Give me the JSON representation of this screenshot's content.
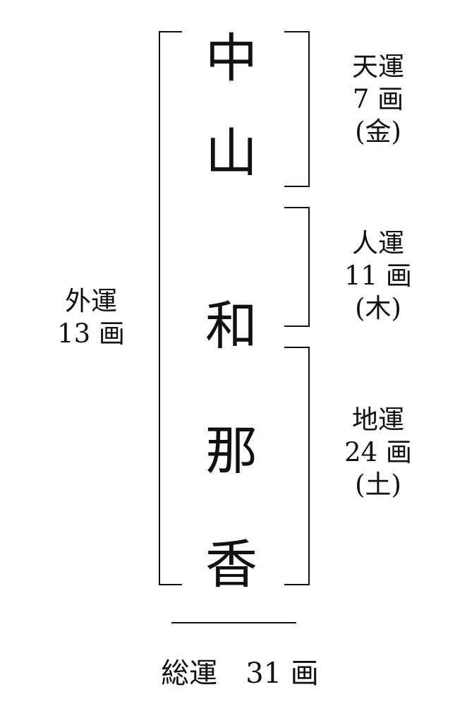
{
  "name": {
    "surname": [
      "中",
      "山"
    ],
    "given": [
      "和",
      "那",
      "香"
    ]
  },
  "fortunes": {
    "ten": {
      "label": "天運",
      "strokes": "7 画",
      "element": "(金)"
    },
    "jin": {
      "label": "人運",
      "strokes": "11 画",
      "element": "(木)"
    },
    "chi": {
      "label": "地運",
      "strokes": "24 画",
      "element": "(土)"
    },
    "gai": {
      "label": "外運",
      "strokes": "13 画"
    },
    "sou": {
      "label": "総運",
      "strokes": "31 画"
    }
  }
}
